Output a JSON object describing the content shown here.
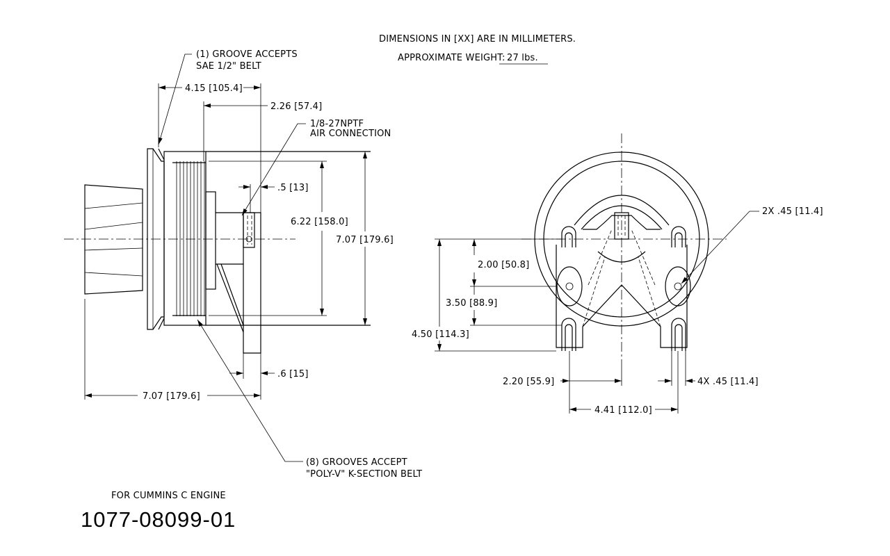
{
  "notes": {
    "dimensions_unit": "DIMENSIONS IN [XX] ARE IN MILLIMETERS.",
    "weight_label": "APPROXIMATE WEIGHT:",
    "weight_value": "27 lbs."
  },
  "callouts": {
    "groove_line1": "(1) GROOVE ACCEPTS",
    "groove_line2": "SAE 1/2\" BELT",
    "air_line1": "1/8-27NPTF",
    "air_line2": "AIR CONNECTION",
    "grooves8_line1": "(8) GROOVES ACCEPT",
    "grooves8_line2": "\"POLY-V\" K-SECTION BELT"
  },
  "side_view_dims": {
    "d_4_15": "4.15 [105.4]",
    "d_2_26": "2.26 [57.4]",
    "d_0_5": ".5 [13]",
    "d_6_22": "6.22 [158.0]",
    "d_7_07_v": "7.07 [179.6]",
    "d_0_6": ".6 [15]",
    "d_7_07_h": "7.07 [179.6]"
  },
  "front_view_dims": {
    "d_2x_45": "2X .45 [11.4]",
    "d_2_00": "2.00 [50.8]",
    "d_3_50": "3.50 [88.9]",
    "d_4_50": "4.50 [114.3]",
    "d_2_20": "2.20 [55.9]",
    "d_4x_45": "4X .45 [11.4]",
    "d_4_41": "4.41 [112.0]"
  },
  "title_block": {
    "application": "FOR CUMMINS C ENGINE",
    "part_number": "1077-08099-01"
  }
}
